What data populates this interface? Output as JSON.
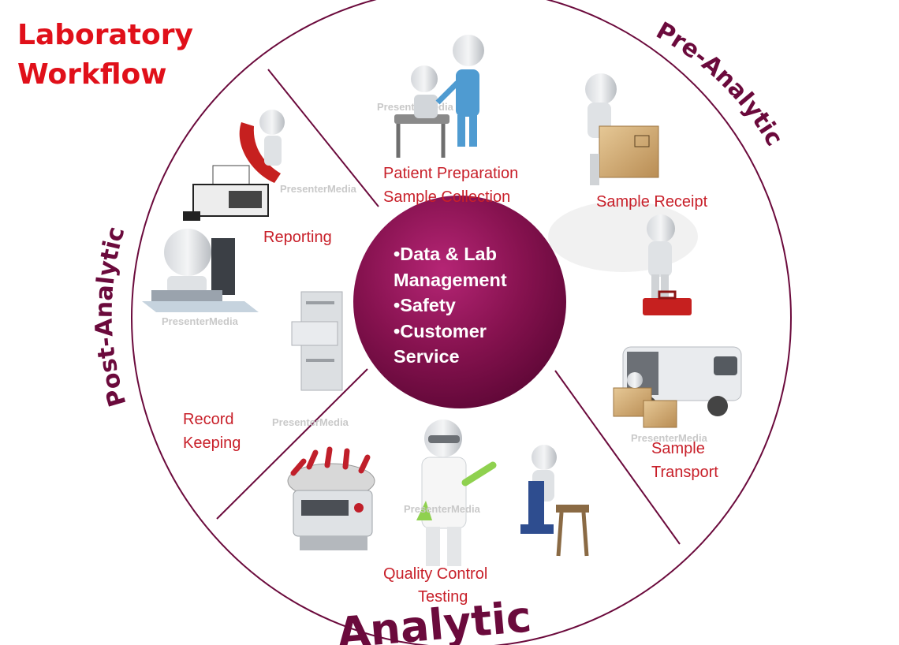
{
  "title": {
    "line1": "Laboratory",
    "line2": "Workflow"
  },
  "phases": {
    "pre": "Pre-Analytic",
    "analytic": "Analytic",
    "post": "Post-Analytic"
  },
  "center": {
    "lines": [
      "•Data & Lab",
      "Management",
      "•Safety",
      "•Customer",
      "Service"
    ]
  },
  "steps": {
    "patient_prep": "Patient Preparation",
    "sample_collection": "Sample Collection",
    "sample_receipt": "Sample Receipt",
    "sample_transport_1": "Sample",
    "sample_transport_2": "Transport",
    "qc": "Quality Control",
    "testing": "Testing",
    "record_1": "Record",
    "record_2": "Keeping",
    "reporting": "Reporting"
  },
  "watermark": "PresenterMedia",
  "colors": {
    "title": "#e0101a",
    "label": "#c8202a",
    "phase": "#6b0a3c",
    "hub_dark": "#5e0736",
    "hub_light": "#b52575",
    "ring": "#6b0a3c"
  }
}
